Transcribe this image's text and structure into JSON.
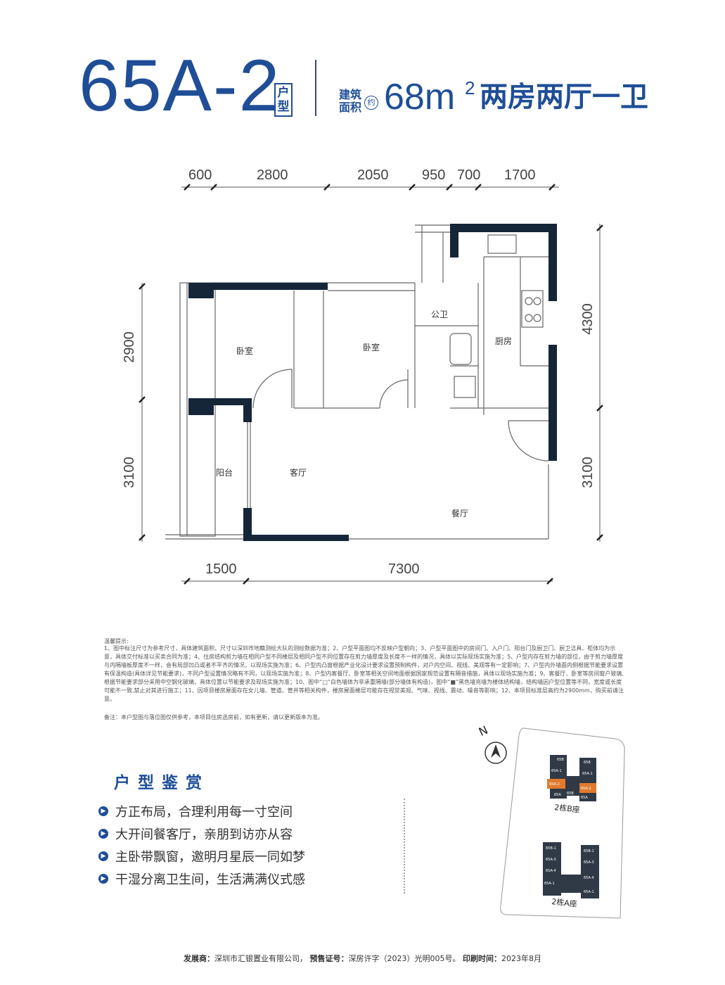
{
  "header": {
    "model_code": "65A-2",
    "unit_tag": "户型",
    "area_caption": "建筑面积",
    "area_approx": "约",
    "area_value": "68m",
    "area_sup": "2",
    "layout_desc": "两房两厅一卫"
  },
  "floorplan": {
    "top_dims": [
      "600",
      "2800",
      "2050",
      "950",
      "700",
      "1700"
    ],
    "bottom_dims": [
      "1500",
      "7300"
    ],
    "left_dims": [
      "2900",
      "3100"
    ],
    "right_dims": [
      "4300",
      "3100"
    ],
    "rooms": {
      "bedroom_1": "卧室",
      "bedroom_2": "卧室",
      "bathroom": "公卫",
      "kitchen": "厨房",
      "balcony": "阳台",
      "living": "客厅",
      "dining": "餐厅"
    }
  },
  "notes": {
    "title": "温馨提示:",
    "body": "1、图中标注尺寸为参考尺寸，具体建筑面积、尺寸以深圳市地籍测绘大队的测绘数据为准；2、户型平面图均不反映户型朝向；3、户型平面图中的房间门、入户门、阳台门及厨卫门、厨卫洁具、柜体均为示意，具体交付标准以买卖合同为准；4、住房结构剪力墙在相同户型不同楼层及相同户型不同位置存在剪力墙厚度及长度不一样的情况，具体以实际现场实施为准；5、户型内存在剪力墙的部位，由于剪力墙厚度与内隔墙板厚度不一样，会有局部凹凸或者不平齐的情况，以现场实施为准；6、户型内凸窗根据产业化设计要求设置预制构件，对户内空间、视线、美观等有一定影响；7、户型内外墙面内侧根据节能要求设置有保温构造(具体详见节能要求)，不同户型设置情况略有不同，以现场实施为准；8、户型内客餐厅、卧室等相关空间地面根据国家规范设置有隔音措施，具体以现场实施为准；9、客餐厅、卧室等房间窗户玻璃,根据节能要求部分采用中空钢化玻璃，具体位置以节能要求及现场实施为准；10、图中“□”白色墙体为非承重隔墙(部分墙体有构造)，图中“■”黑色墙充墙为楼体结构墙，结构墙因户型位置等不同，宽度或长度可能不一致,禁止对其进行施工；11、因项目楼房屋面存在女儿墙、管道、管井等相关构件，楼房屋面楼层可能存在视觉美观、气味、视线、震动、噪音等影响；12、本项目标准层高约为2900mm，购买前请注意。",
    "remark": "备注：本户型图与落位图仅供参考，本项目住房选房前，如有更新，请以更新版本为准。"
  },
  "features": {
    "title": "户型鉴赏",
    "items": [
      "方正布局，合理利用每一寸空间",
      "大开间餐客厅，亲朋到访亦从容",
      "主卧带飘窗，邀明月星辰一同如梦",
      "干湿分离卫生间，生活满满仪式感"
    ]
  },
  "siteplan": {
    "north": "N",
    "building_b": "2栋B座",
    "building_a": "2栋A座",
    "units_b": [
      "65B",
      "65B",
      "65A-1",
      "65A-1",
      "65A-2",
      "65A-2",
      "65A",
      "65B",
      "65A"
    ],
    "units_a": [
      "65B-1",
      "65B-1",
      "65A-3",
      "65A-3",
      "65A-4",
      "65A-4",
      "65A-1",
      "65A-1"
    ]
  },
  "footer": {
    "developer_label": "发展商：",
    "developer": "深圳市汇银置业有限公司，",
    "presale_label": "预售证号：",
    "presale": "深房许字（2023）光明005号。",
    "print_label": "印刷时间：",
    "print_date": "2023年8月"
  },
  "colors": {
    "brand_blue": "#1f4e97",
    "wall_dark": "#152638",
    "highlight_orange": "#e07a2e"
  }
}
